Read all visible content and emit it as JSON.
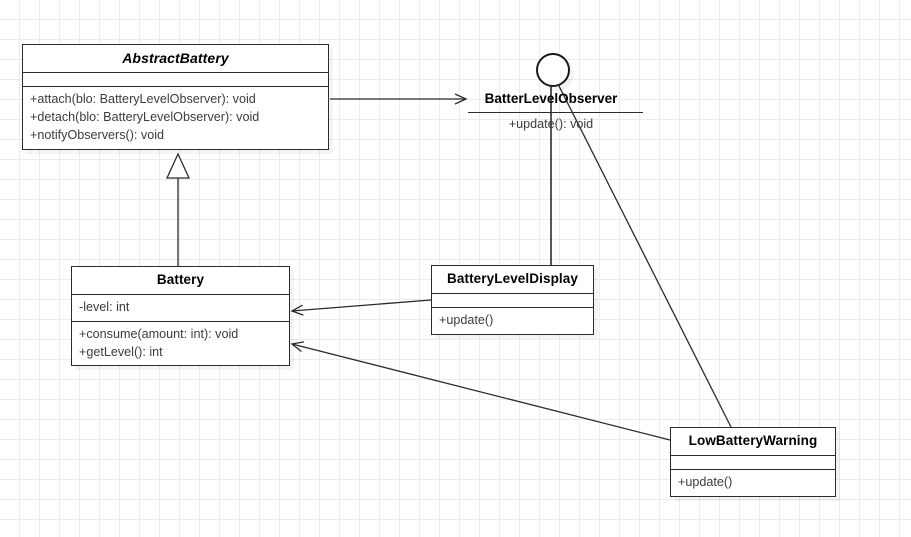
{
  "diagram": {
    "title": "Observer pattern battery class diagram",
    "background": "#ffffff",
    "grid_color": "#ececec",
    "line_color": "#2b2b2b"
  },
  "classes": {
    "abstract_battery": {
      "name": "AbstractBattery",
      "stereotype": "abstract",
      "attributes": [],
      "methods": [
        "+attach(blo: BatteryLevelObserver): void",
        "+detach(blo: BatteryLevelObserver): void",
        "+notifyObservers(): void"
      ]
    },
    "battery": {
      "name": "Battery",
      "attributes": [
        "-level: int"
      ],
      "methods": [
        "+consume(amount: int): void",
        "+getLevel(): int"
      ]
    },
    "battery_level_display": {
      "name": "BatteryLevelDisplay",
      "attributes": [],
      "methods": [
        "+update()"
      ]
    },
    "low_battery_warning": {
      "name": "LowBatteryWarning",
      "attributes": [],
      "methods": [
        "+update()"
      ]
    }
  },
  "interface": {
    "name": "BatterLevelObserver",
    "notation": "lollipop",
    "methods": [
      "+update(): void"
    ]
  },
  "relationships": [
    {
      "id": "abstract-battery-to-observer",
      "type": "association",
      "from": "AbstractBattery",
      "to": "BatterLevelObserver",
      "arrowhead": "open"
    },
    {
      "id": "battery-generalizes-abstract-battery",
      "type": "generalization",
      "from": "Battery",
      "to": "AbstractBattery",
      "arrowhead": "hollow-triangle"
    },
    {
      "id": "display-realizes-observer",
      "type": "realization",
      "from": "BatteryLevelDisplay",
      "to": "BatterLevelObserver",
      "arrowhead": "none"
    },
    {
      "id": "warning-realizes-observer",
      "type": "realization",
      "from": "LowBatteryWarning",
      "to": "BatterLevelObserver",
      "arrowhead": "none"
    },
    {
      "id": "display-to-battery",
      "type": "association",
      "from": "BatteryLevelDisplay",
      "to": "Battery",
      "arrowhead": "open"
    },
    {
      "id": "warning-to-battery",
      "type": "association",
      "from": "LowBatteryWarning",
      "to": "Battery",
      "arrowhead": "open"
    }
  ]
}
